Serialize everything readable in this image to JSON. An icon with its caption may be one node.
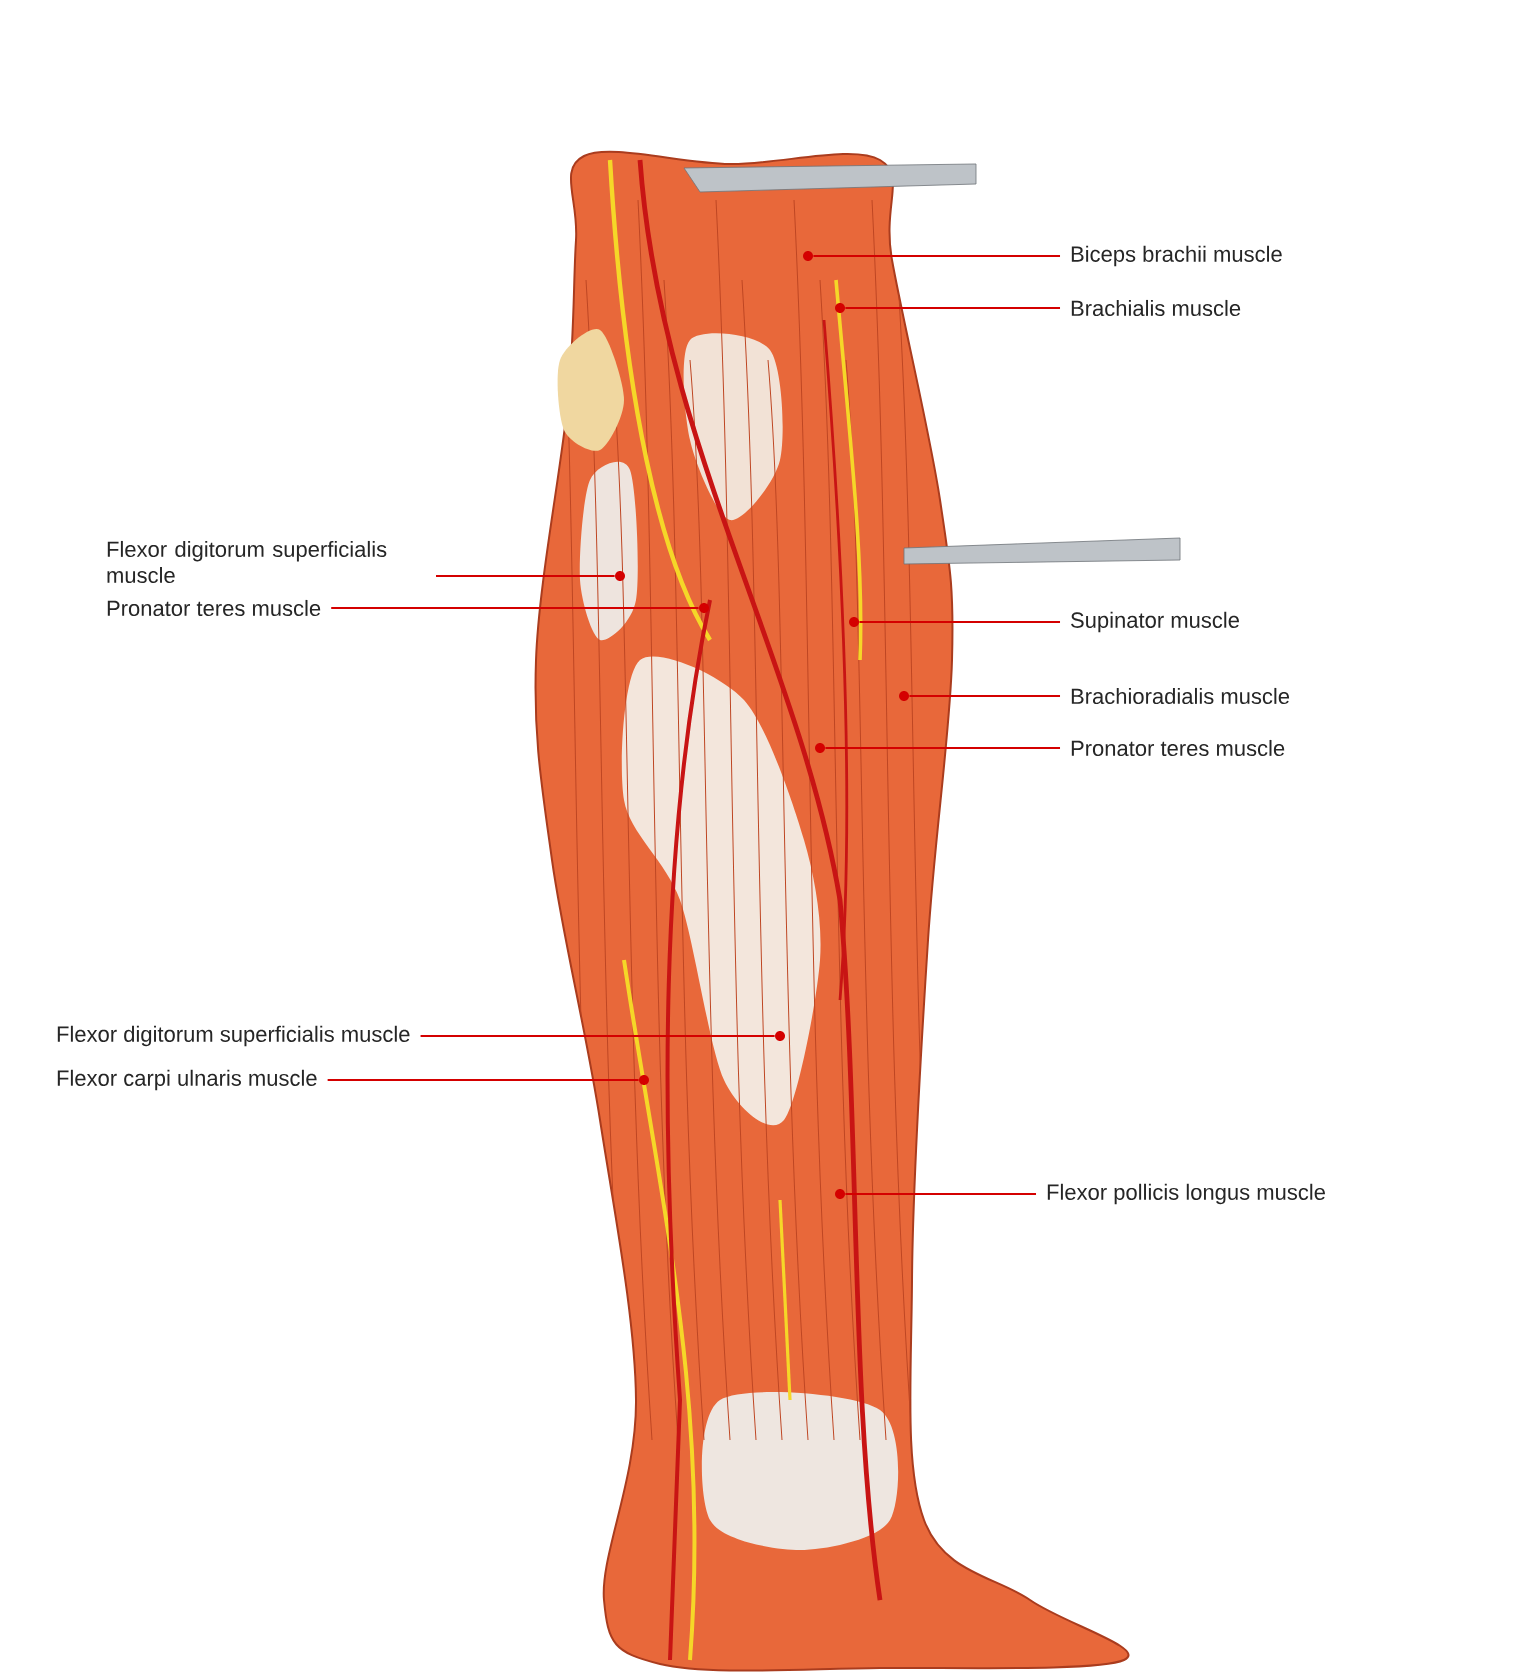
{
  "diagram": {
    "nodes": [
      {
        "text": [
          "Biceps brachii muscle"
        ]
      },
      {
        "text": [
          "Brachialis muscle"
        ]
      },
      {
        "text": [
          "Flexor digitorum superficialis muscle"
        ]
      },
      {
        "text": [
          "Pronator teres muscle"
        ]
      },
      {
        "text": [
          "Supinator muscle"
        ]
      },
      {
        "text": [
          "Brachioradialis muscle"
        ]
      },
      {
        "text": [
          "Pronator teres muscle"
        ]
      },
      {
        "text": [
          "Flexor digitorum superficialis muscle"
        ]
      },
      {
        "text": [
          "Flexor carpi ulnaris muscle"
        ]
      },
      {
        "text": [
          "Flexor pollicis longus muscle"
        ]
      },
      {
        "text": [],
        "shape": "circle"
      },
      {
        "text": [],
        "shape": "circle"
      },
      {
        "text": [],
        "shape": "circle"
      },
      {
        "text": [],
        "shape": "circle"
      },
      {
        "text": [],
        "shape": "circle"
      },
      {
        "text": [],
        "shape": "circle"
      },
      {
        "text": [],
        "shape": "circle"
      },
      {
        "text": [],
        "shape": "circle"
      },
      {
        "text": [],
        "shape": "circle"
      },
      {
        "text": [],
        "shape": "circle"
      }
    ],
    "edges": [
      {
        "from": 0,
        "to": 10,
        "arrow": "none"
      },
      {
        "from": 1,
        "to": 11,
        "arrow": "none"
      },
      {
        "from": 2,
        "to": 12,
        "arrow": "none"
      },
      {
        "from": 3,
        "to": 13,
        "arrow": "none"
      },
      {
        "from": 4,
        "to": 14,
        "arrow": "none"
      },
      {
        "from": 5,
        "to": 15,
        "arrow": "none"
      },
      {
        "from": 6,
        "to": 16,
        "arrow": "none"
      },
      {
        "from": 7,
        "to": 17,
        "arrow": "none"
      },
      {
        "from": 8,
        "to": 18,
        "arrow": "none"
      },
      {
        "from": 9,
        "to": 19,
        "arrow": "none"
      }
    ]
  }
}
